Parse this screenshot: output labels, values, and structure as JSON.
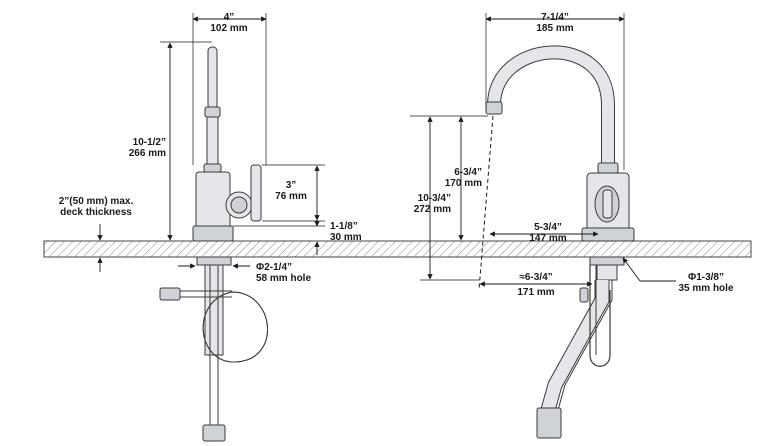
{
  "side_view": {
    "width_in": "4”",
    "width_mm": "102 mm",
    "height_in": "10-1/2”",
    "height_mm": "266 mm",
    "handle_in": "3”",
    "handle_mm": "76 mm",
    "base_in": "1-1/8”",
    "base_mm": "30 mm",
    "deck_line1": "2”(50 mm) max.",
    "deck_line2": "deck thickness",
    "hole_in": "Φ2-1/4”",
    "hole_mm": "58 mm hole"
  },
  "front_view": {
    "reach_in": "7-1/4”",
    "reach_mm": "185 mm",
    "spout_in": "6-3/4”",
    "spout_mm": "170 mm",
    "total_in": "10-3/4”",
    "total_mm": "272 mm",
    "spout_reach_in": "5-3/4”",
    "spout_reach_mm": "147 mm",
    "clear_in": "≈6-3/4”",
    "clear_mm": "171 mm",
    "hole_in": "Φ1-3/8”",
    "hole_mm": "35 mm hole"
  }
}
